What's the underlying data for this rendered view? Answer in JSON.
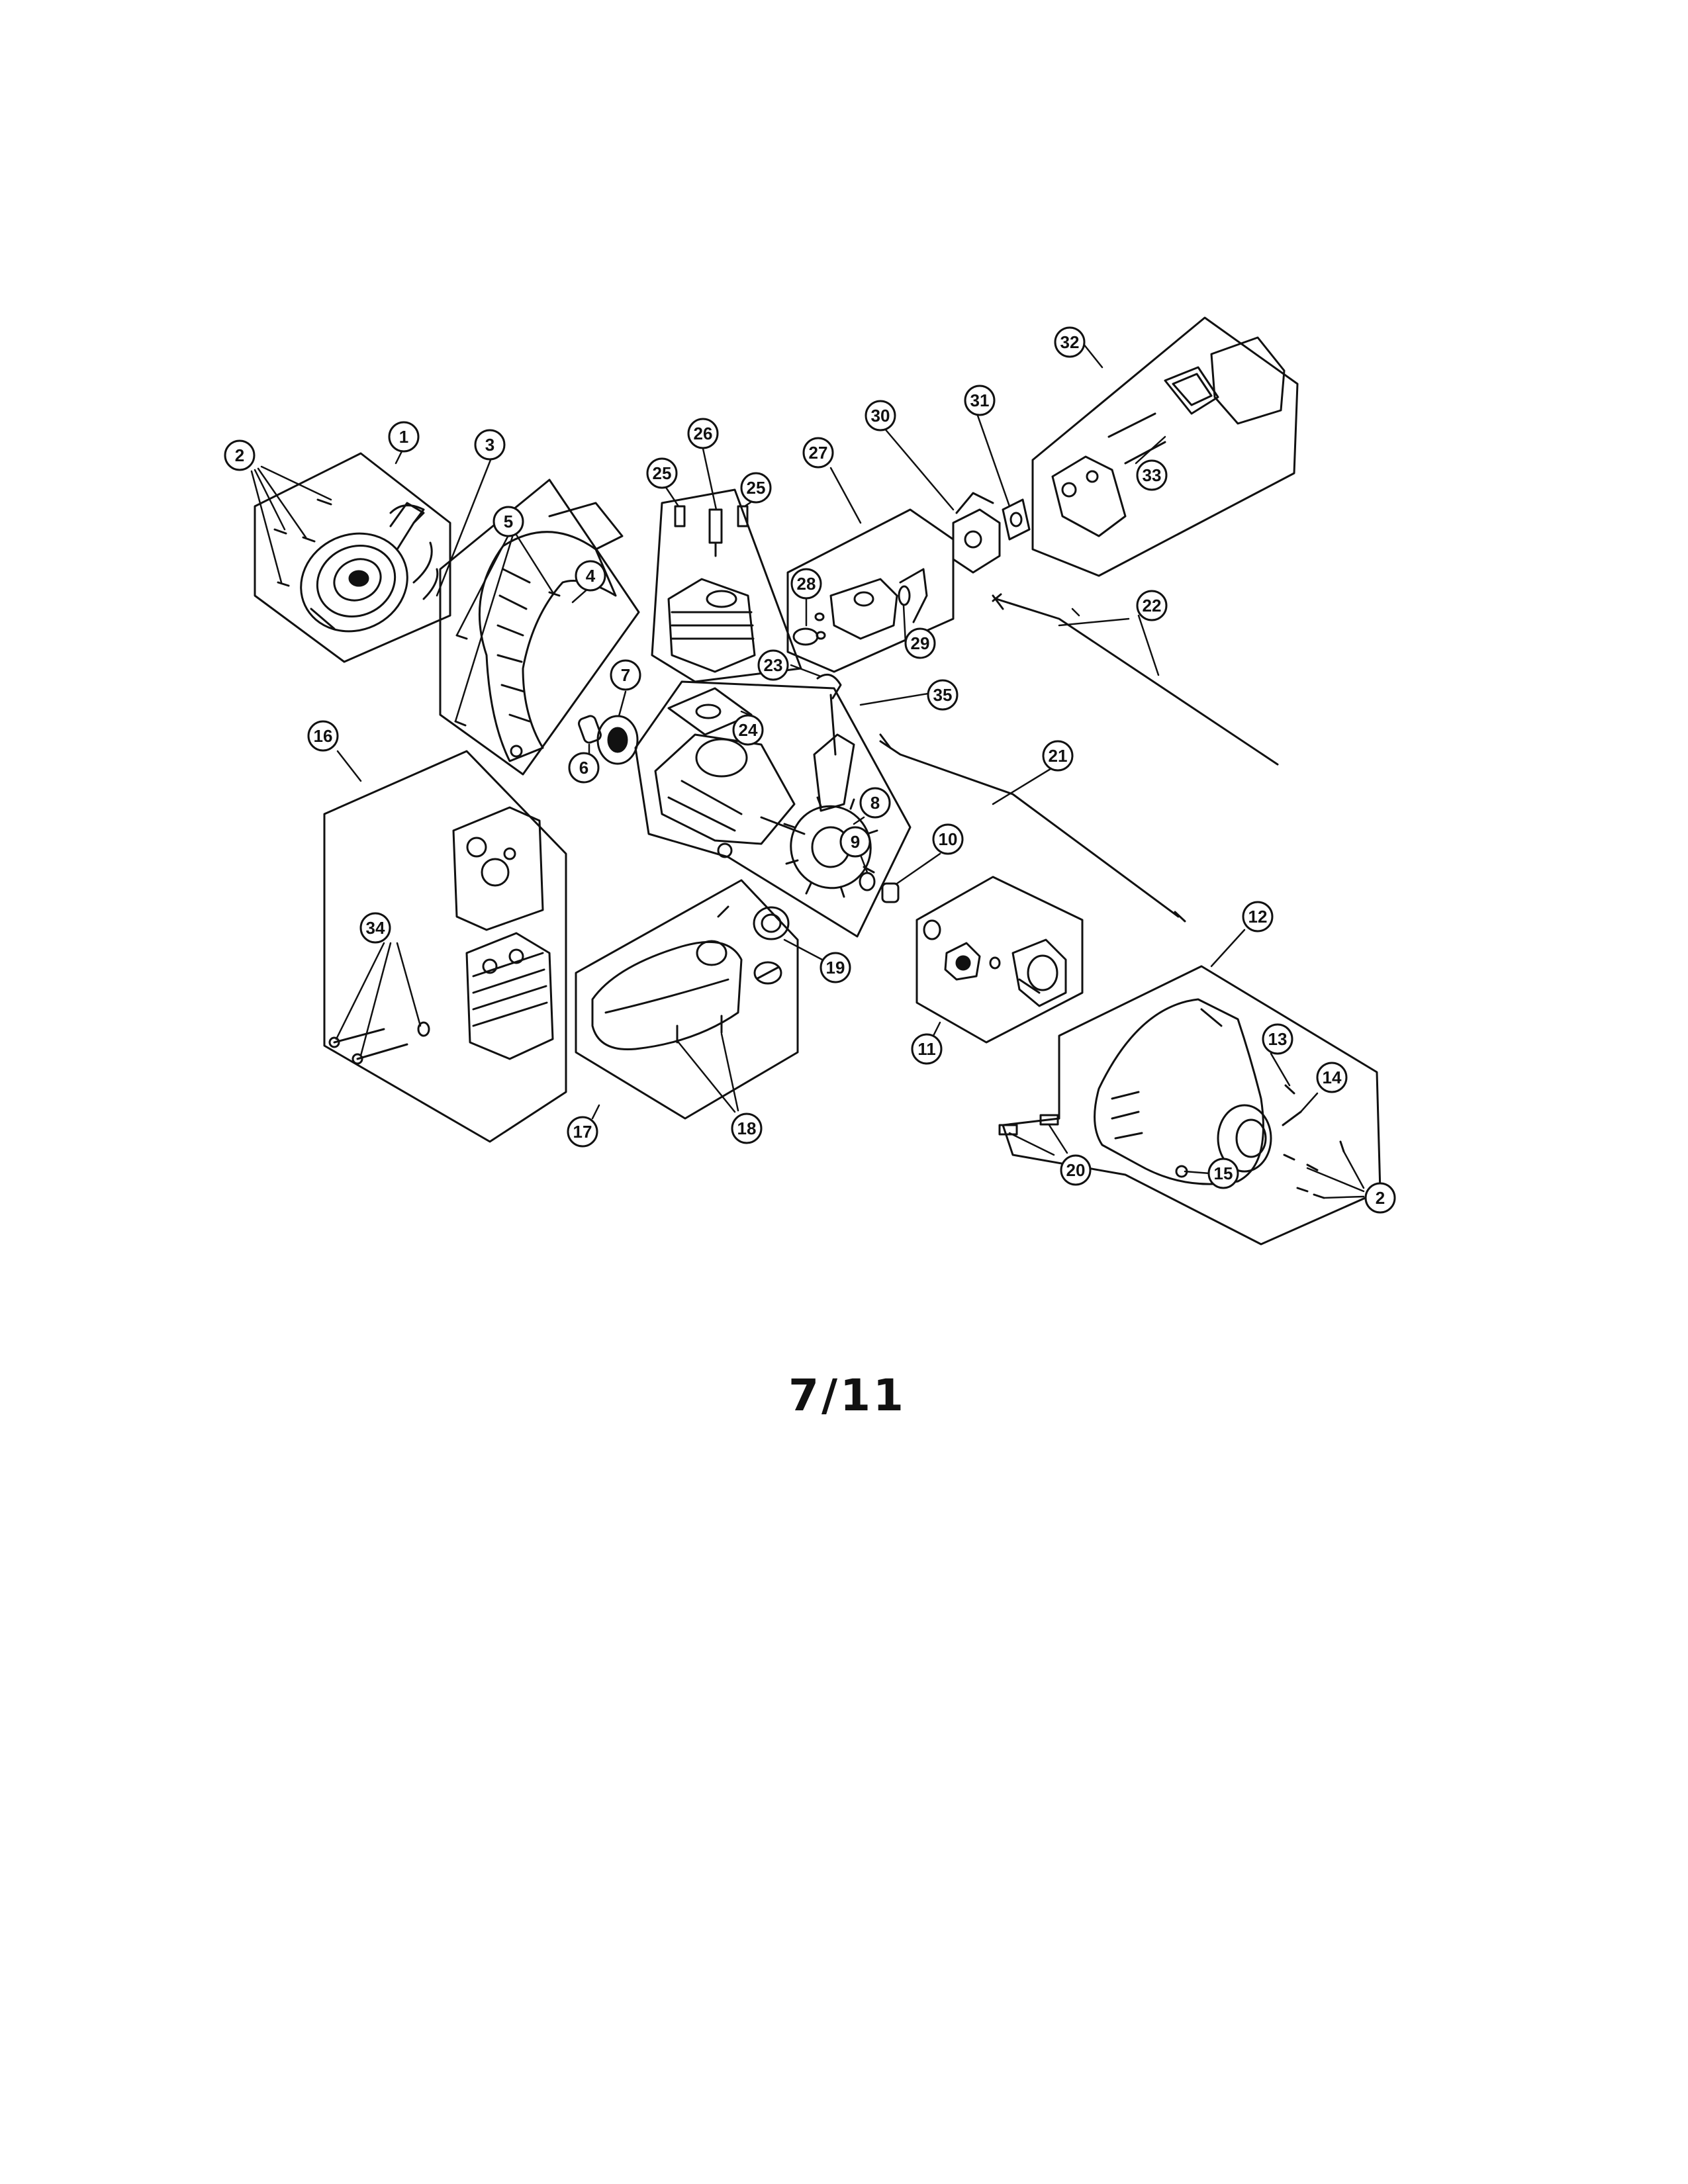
{
  "page_number": "7/11",
  "callouts": [
    "1",
    "2",
    "3",
    "4",
    "5",
    "6",
    "7",
    "8",
    "9",
    "10",
    "11",
    "12",
    "13",
    "14",
    "15",
    "16",
    "17",
    "18",
    "19",
    "20",
    "21",
    "22",
    "23",
    "24",
    "25",
    "26",
    "27",
    "28",
    "29",
    "30",
    "31",
    "32",
    "33",
    "34",
    "35"
  ],
  "colors": {
    "ink": "#111111",
    "shade": "#555555",
    "paper": "#ffffff"
  },
  "icons": [
    "recoil-starter-icon",
    "engine-cover-icon",
    "cylinder-icon",
    "crankcase-icon",
    "flywheel-icon",
    "clutch-icon",
    "gear-housing-icon",
    "muffler-icon",
    "fuel-tank-icon",
    "carburetor-icon",
    "air-filter-icon",
    "throttle-cable-icon"
  ]
}
